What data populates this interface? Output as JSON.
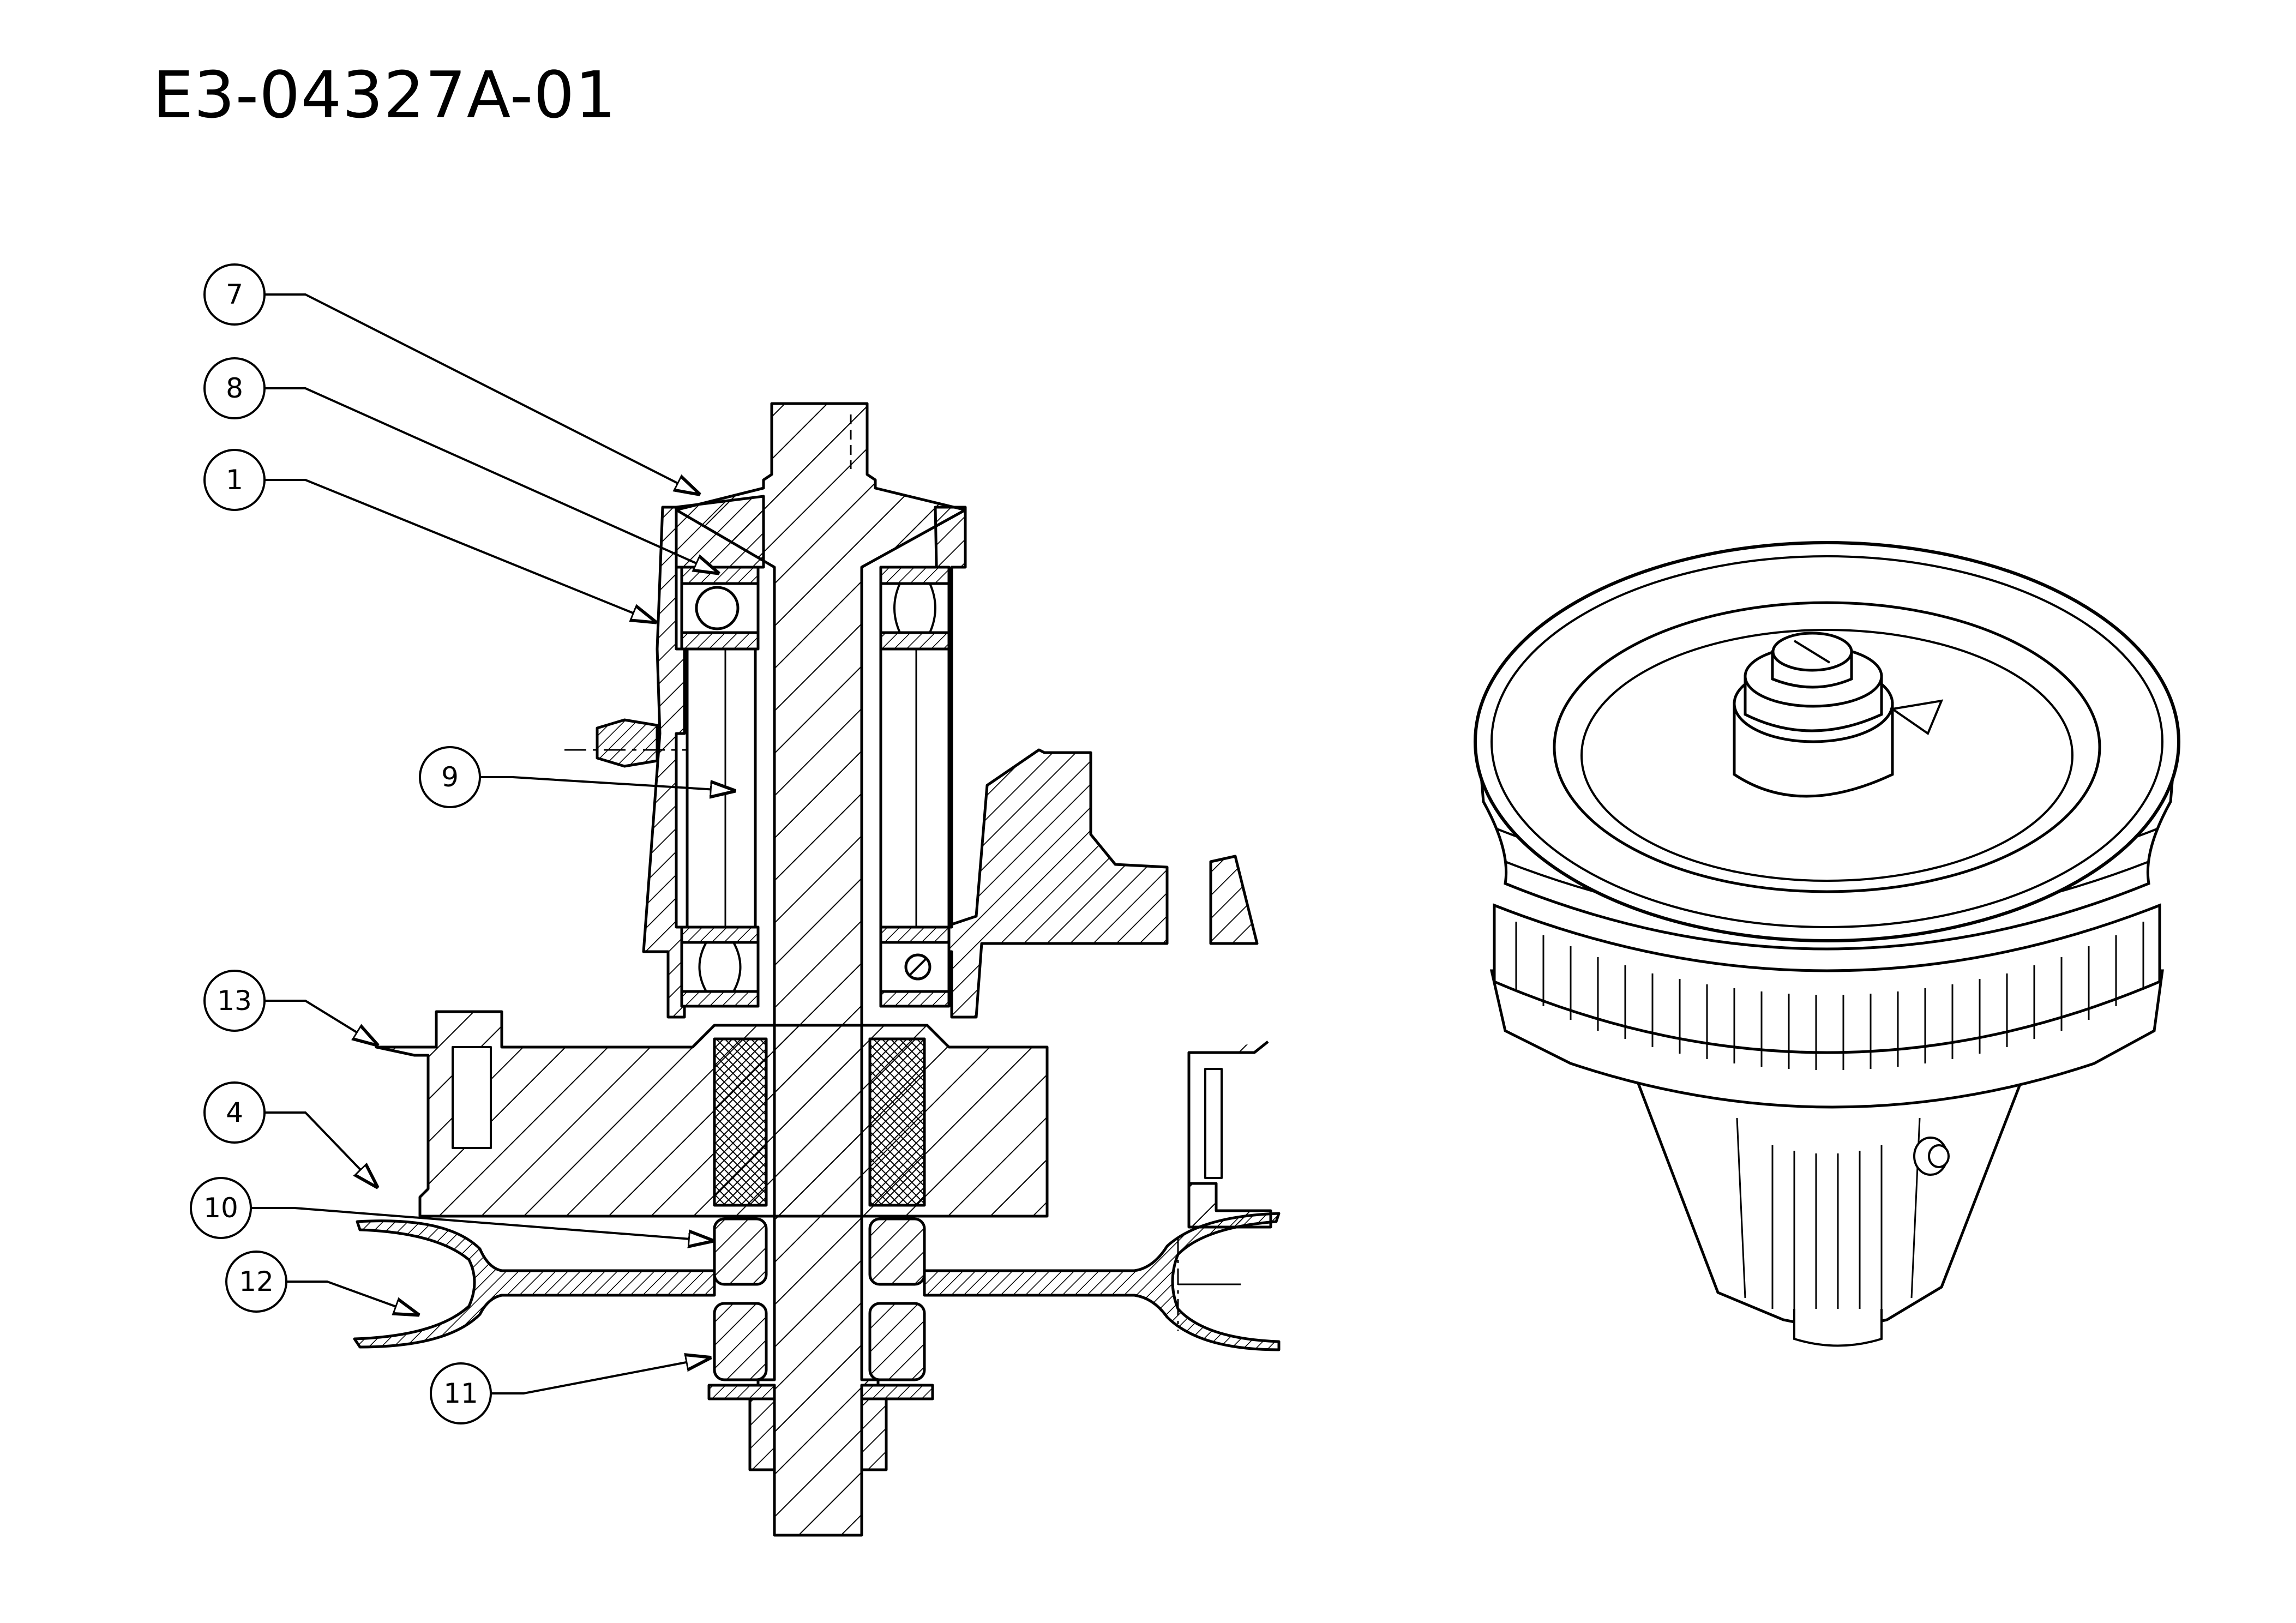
{
  "document": {
    "code": "E3-04327A-01"
  },
  "callouts": [
    {
      "id": "7",
      "label": "7"
    },
    {
      "id": "8",
      "label": "8"
    },
    {
      "id": "1",
      "label": "1"
    },
    {
      "id": "9",
      "label": "9"
    },
    {
      "id": "13",
      "label": "13"
    },
    {
      "id": "4",
      "label": "4"
    },
    {
      "id": "10",
      "label": "10"
    },
    {
      "id": "12",
      "label": "12"
    },
    {
      "id": "11",
      "label": "11"
    }
  ],
  "colors": {
    "line": "#000000",
    "paper": "#ffffff"
  }
}
